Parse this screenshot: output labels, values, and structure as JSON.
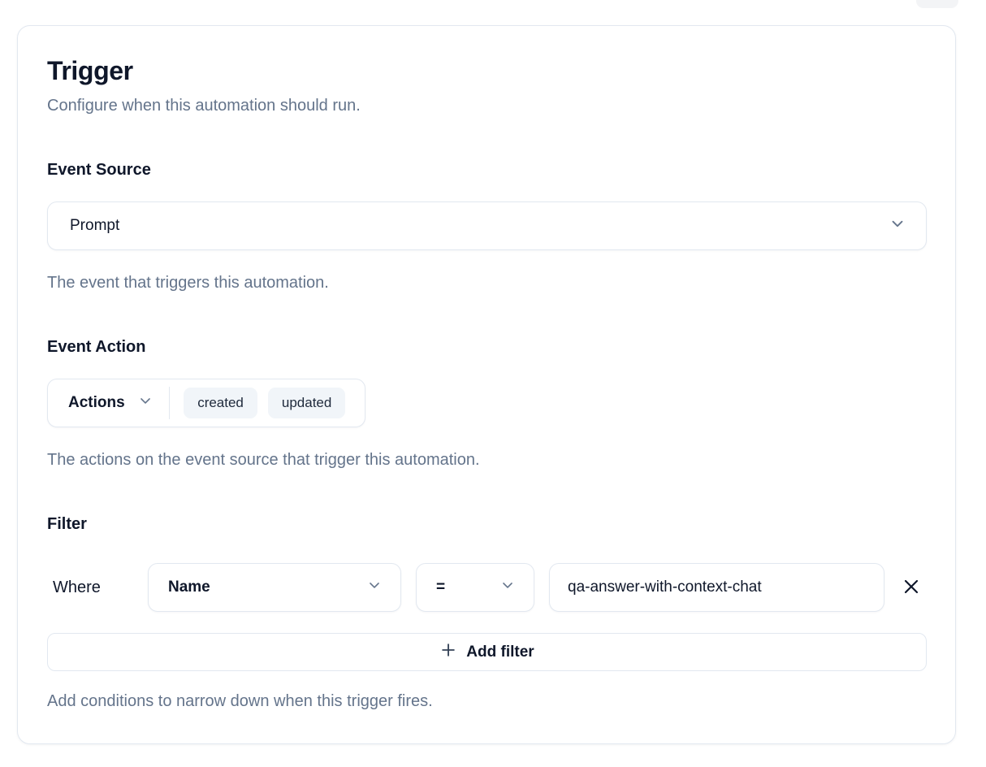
{
  "colors": {
    "border": "#e2e8f0",
    "text": "#0f172a",
    "muted": "#64748b",
    "chip_background": "#f1f5f9",
    "chip_text": "#1e293b"
  },
  "card": {
    "title": "Trigger",
    "subtitle": "Configure when this automation should run."
  },
  "event_source": {
    "label": "Event Source",
    "value": "Prompt",
    "helper": "The event that triggers this automation."
  },
  "event_action": {
    "label": "Event Action",
    "dropdown_label": "Actions",
    "chips": [
      "created",
      "updated"
    ],
    "helper": "The actions on the event source that trigger this automation."
  },
  "filter": {
    "label": "Filter",
    "where_label": "Where",
    "field_value": "Name",
    "operator_value": "=",
    "value": "qa-answer-with-context-chat",
    "add_filter_label": "Add filter",
    "helper": "Add conditions to narrow down when this trigger fires."
  },
  "icons": {
    "chevron_down": "chevron-down ⌄",
    "plus": "plus +",
    "close": "close ✕"
  }
}
